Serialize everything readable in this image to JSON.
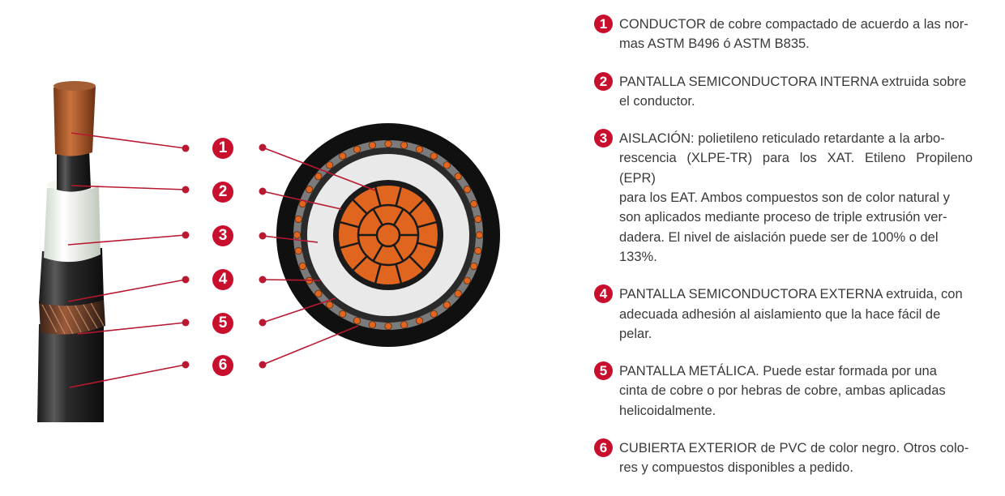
{
  "colors": {
    "accent": "#c8102e",
    "copper": "#e0651f",
    "text": "#3a3a3a"
  },
  "labels": [
    "1",
    "2",
    "3",
    "4",
    "5",
    "6"
  ],
  "legend": [
    {
      "num": "1",
      "lines": [
        "CONDUCTOR de cobre compactado de acuerdo a las nor-",
        "mas ASTM B496 ó ASTM B835."
      ]
    },
    {
      "num": "2",
      "lines": [
        "PANTALLA SEMICONDUCTORA INTERNA extruida sobre",
        "el conductor."
      ]
    },
    {
      "num": "3",
      "lines": [
        "AISLACIÓN: polietileno reticulado retardante a la arbo-",
        "rescencia (XLPE-TR) para los XAT. Etileno Propileno (EPR)",
        "para los EAT. Ambos compuestos son de color natural y",
        "son aplicados mediante proceso de triple extrusión ver-",
        "dadera. El nivel de aislación puede ser de 100% o del",
        "133%."
      ]
    },
    {
      "num": "4",
      "lines": [
        "PANTALLA SEMICONDUCTORA EXTERNA extruida, con",
        "adecuada adhesión al aislamiento que la hace fácil de",
        "pelar."
      ]
    },
    {
      "num": "5",
      "lines": [
        "PANTALLA METÁLICA. Puede estar formada por una",
        "cinta de cobre o por hebras de cobre, ambas aplicadas",
        "helicoidalmente."
      ]
    },
    {
      "num": "6",
      "lines": [
        "CUBIERTA EXTERIOR de PVC de color negro. Otros colo-",
        "res y compuestos disponibles a pedido."
      ]
    }
  ]
}
